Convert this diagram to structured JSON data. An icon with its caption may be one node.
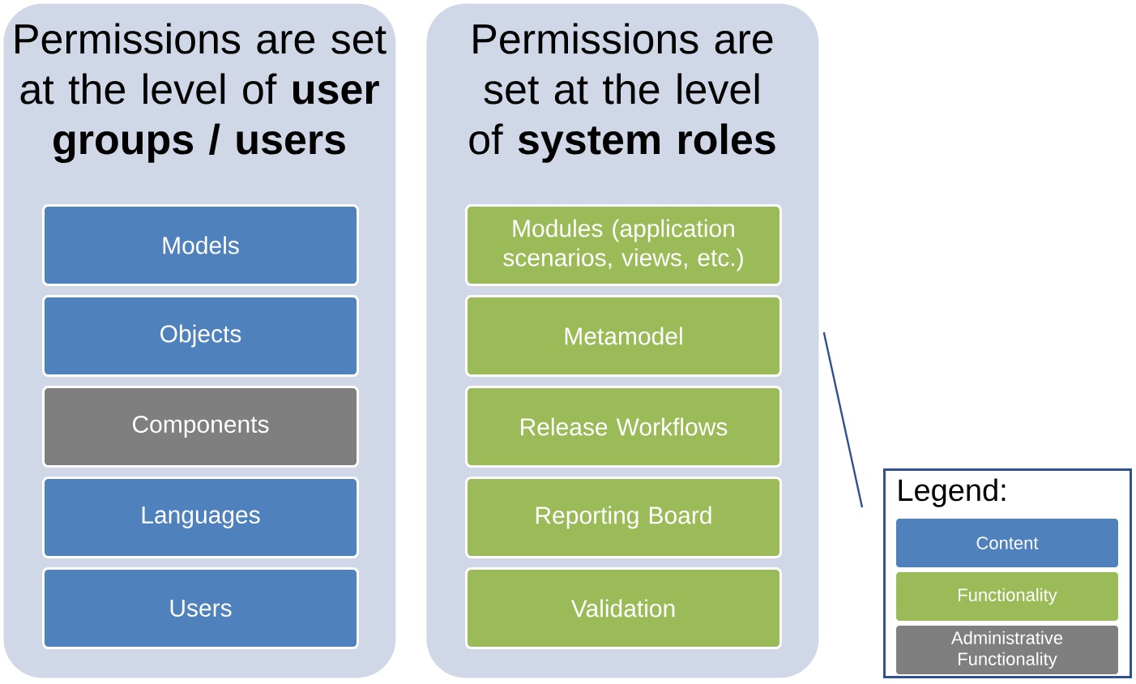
{
  "diagram": {
    "nodes": [
      {
        "text": [
          "Permissions are set at the level of **user groups / users**"
        ]
      },
      {
        "text": [
          "Models"
        ],
        "in": 0
      },
      {
        "text": [
          "Objects"
        ],
        "in": 0
      },
      {
        "text": [
          "Components"
        ],
        "in": 0
      },
      {
        "text": [
          "Languages"
        ],
        "in": 0
      },
      {
        "text": [
          "Users"
        ],
        "in": 0
      },
      {
        "text": [
          "Permissions are set at the level of **system roles**"
        ]
      },
      {
        "text": [
          "Modules (application scenarios, views, etc.)"
        ],
        "in": 6
      },
      {
        "text": [
          "Metamodel"
        ],
        "in": 6
      },
      {
        "text": [
          "Release Workflows"
        ],
        "in": 6
      },
      {
        "text": [
          "Reporting Board"
        ],
        "in": 6
      },
      {
        "text": [
          "Validation"
        ],
        "in": 6
      },
      {
        "text": [
          "Legend:"
        ]
      }
    ],
    "edges": [
      {
        "from": 12,
        "to": 6,
        "arrow": "none"
      }
    ],
    "legend": [
      {
        "text": "Content",
        "color": "#4f81bd"
      },
      {
        "text": "Functionality",
        "color": "#9bbb59"
      },
      {
        "text": "Administrative Functionality",
        "color": "#7f7f7f"
      }
    ]
  }
}
